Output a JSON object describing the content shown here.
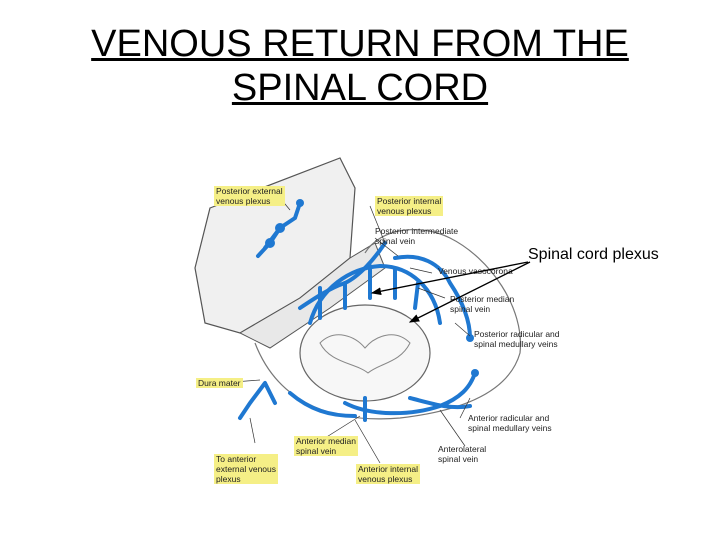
{
  "slide": {
    "title_line1": "VENOUS RETURN FROM THE",
    "title_line2": "SPINAL CORD"
  },
  "callout": {
    "text": "Spinal cord plexus"
  },
  "figure": {
    "colors": {
      "vein": "#1f78d1",
      "highlight": "#f5ef86",
      "bone": "#f0f0f0",
      "cord": "#f7f7f7"
    },
    "labels": {
      "posterior_external_l1": "Posterior external",
      "posterior_external_l2": "venous plexus",
      "posterior_internal_l1": "Posterior internal",
      "posterior_internal_l2": "venous plexus",
      "posterior_intermediate_l1": "Posterior intermediate",
      "posterior_intermediate_l2": "spinal vein",
      "venous_vasocorona": "Venous vasocorona",
      "posterior_median_l1": "Posterior median",
      "posterior_median_l2": "spinal vein",
      "posterior_radicular_l1": "Posterior radicular and",
      "posterior_radicular_l2": "spinal medullary veins",
      "dura_mater": "Dura mater",
      "anterior_radicular_l1": "Anterior radicular and",
      "anterior_radicular_l2": "spinal medullary veins",
      "anterior_median_l1": "Anterior median",
      "anterior_median_l2": "spinal vein",
      "anterolateral_l1": "Anterolateral",
      "anterolateral_l2": "spinal vein",
      "to_anterior_l1": "To anterior",
      "to_anterior_l2": "external venous",
      "to_anterior_l3": "plexus",
      "anterior_internal_l1": "Anterior internal",
      "anterior_internal_l2": "venous plexus"
    }
  }
}
